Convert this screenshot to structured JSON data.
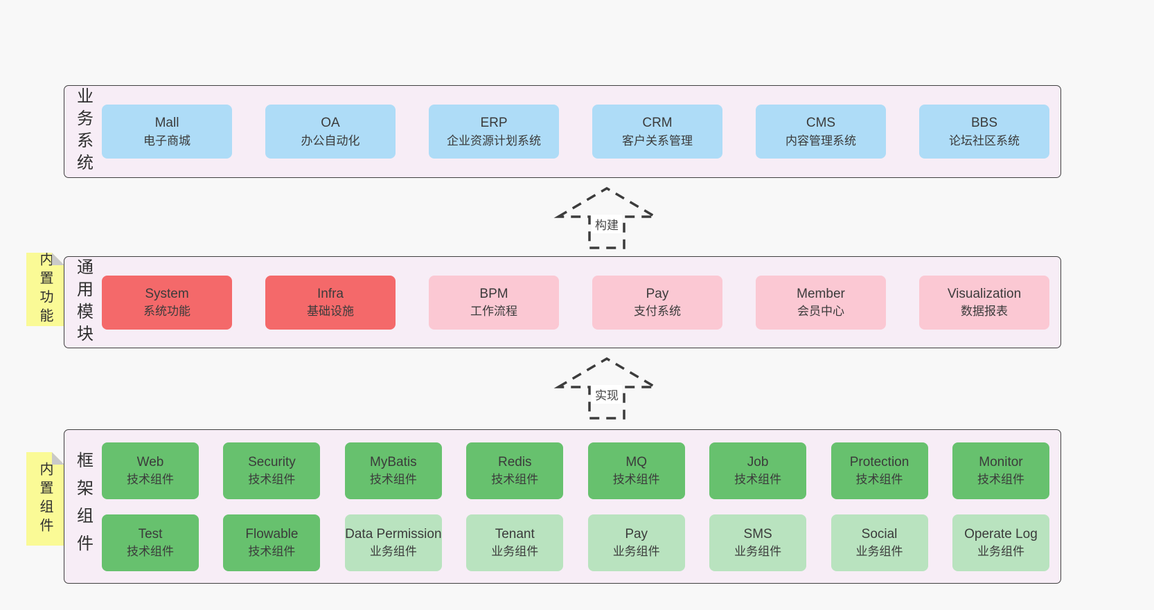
{
  "colors": {
    "page_bg": "#f8f8f8",
    "band_bg": "#f7edf6",
    "band_border": "#3f3f3f",
    "text": "#3b3b3b",
    "sticky_yellow": "#fafa96",
    "sticky_fold": "#c9c9c9",
    "arrow_stroke": "#3c3c3c",
    "blue": "#aedcf7",
    "red": "#f4696a",
    "pink": "#fbc8d3",
    "green": "#67c16e",
    "light_green": "#b9e3bf"
  },
  "arrows": [
    {
      "label": "构建"
    },
    {
      "label": "实现"
    }
  ],
  "bands": [
    {
      "label": "业务系统",
      "sticky": null,
      "rows": [
        [
          {
            "en": "Mall",
            "zh": "电子商城",
            "variant": "blue"
          },
          {
            "en": "OA",
            "zh": "办公自动化",
            "variant": "blue"
          },
          {
            "en": "ERP",
            "zh": "企业资源计划系统",
            "variant": "blue"
          },
          {
            "en": "CRM",
            "zh": "客户关系管理",
            "variant": "blue"
          },
          {
            "en": "CMS",
            "zh": "内容管理系统",
            "variant": "blue"
          },
          {
            "en": "BBS",
            "zh": "论坛社区系统",
            "variant": "blue"
          }
        ]
      ]
    },
    {
      "label": "通用模块",
      "sticky": "内置功能",
      "rows": [
        [
          {
            "en": "System",
            "zh": "系统功能",
            "variant": "red"
          },
          {
            "en": "Infra",
            "zh": "基础设施",
            "variant": "red"
          },
          {
            "en": "BPM",
            "zh": "工作流程",
            "variant": "pink"
          },
          {
            "en": "Pay",
            "zh": "支付系统",
            "variant": "pink"
          },
          {
            "en": "Member",
            "zh": "会员中心",
            "variant": "pink"
          },
          {
            "en": "Visualization",
            "zh": "数据报表",
            "variant": "pink"
          }
        ]
      ]
    },
    {
      "label": "框架组件",
      "sticky": "内置组件",
      "rows": [
        [
          {
            "en": "Web",
            "zh": "技术组件",
            "variant": "green"
          },
          {
            "en": "Security",
            "zh": "技术组件",
            "variant": "green"
          },
          {
            "en": "MyBatis",
            "zh": "技术组件",
            "variant": "green"
          },
          {
            "en": "Redis",
            "zh": "技术组件",
            "variant": "green"
          },
          {
            "en": "MQ",
            "zh": "技术组件",
            "variant": "green"
          },
          {
            "en": "Job",
            "zh": "技术组件",
            "variant": "green"
          },
          {
            "en": "Protection",
            "zh": "技术组件",
            "variant": "green"
          },
          {
            "en": "Monitor",
            "zh": "技术组件",
            "variant": "green"
          }
        ],
        [
          {
            "en": "Test",
            "zh": "技术组件",
            "variant": "green"
          },
          {
            "en": "Flowable",
            "zh": "技术组件",
            "variant": "green"
          },
          {
            "en": "Data Permission",
            "zh": "业务组件",
            "variant": "light_green"
          },
          {
            "en": "Tenant",
            "zh": "业务组件",
            "variant": "light_green"
          },
          {
            "en": "Pay",
            "zh": "业务组件",
            "variant": "light_green"
          },
          {
            "en": "SMS",
            "zh": "业务组件",
            "variant": "light_green"
          },
          {
            "en": "Social",
            "zh": "业务组件",
            "variant": "light_green"
          },
          {
            "en": "Operate Log",
            "zh": "业务组件",
            "variant": "light_green"
          }
        ]
      ]
    }
  ]
}
